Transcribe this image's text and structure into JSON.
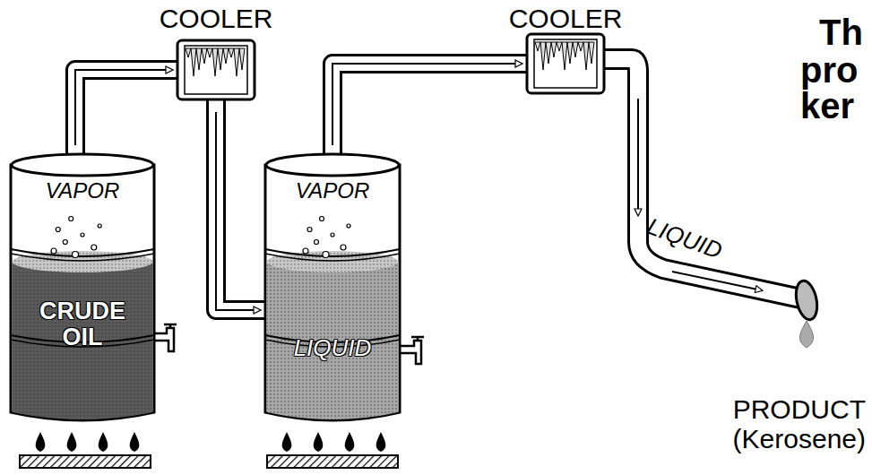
{
  "diagram": {
    "nodes": [
      {
        "text": [
          "VAPOR",
          "CRUDE OIL"
        ]
      },
      {
        "text": [
          "COOLER"
        ]
      },
      {
        "text": [
          "VAPOR",
          "LIQUID"
        ]
      },
      {
        "text": [
          "COOLER"
        ]
      }
    ],
    "edges": [
      {
        "from": 0,
        "to": 1,
        "arrow": "to"
      },
      {
        "from": 1,
        "to": 2,
        "arrow": "to"
      },
      {
        "from": 2,
        "to": 3,
        "arrow": "to"
      }
    ],
    "labels": [
      "Th",
      "pro",
      "ker",
      "LIQUID",
      "PRODUCT (Kerosene)"
    ]
  }
}
